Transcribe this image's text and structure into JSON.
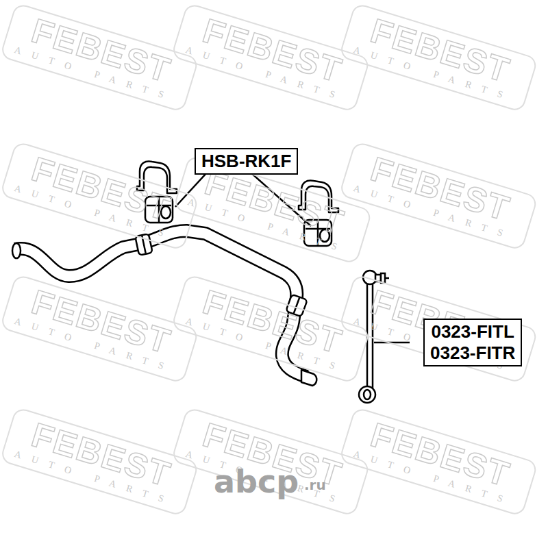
{
  "diagram": {
    "nodes": [
      {
        "text": [
          "HSB-RK1F"
        ]
      },
      {
        "text": [
          "0323-FITL",
          "0323-FITR"
        ]
      }
    ],
    "labels": [
      "FEBEST",
      "AUTO PARTS",
      "FEBEST",
      "AUTO PARTS",
      "FEBEST",
      "AUTO PARTS",
      "FEBEST",
      "AUTO PARTS",
      "FEBEST",
      "AUTO PARTS",
      "FEBEST",
      "AUTO PARTS",
      "FEBEST",
      "AUTO PARTS",
      "FEBEST",
      "AUTO PARTS",
      "FEBEST",
      "AUTO PARTS",
      "FEBEST",
      "AUTO PARTS",
      "FEBEST",
      "AUTO PARTS",
      "FEBEST",
      "AUTO PARTS",
      "abcp",
      ".ru"
    ]
  }
}
